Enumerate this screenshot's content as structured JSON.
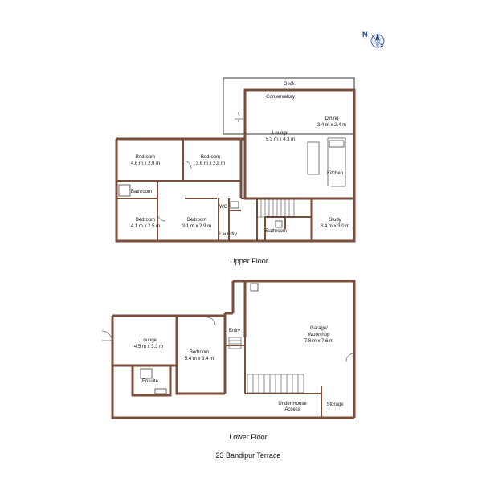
{
  "upper": {
    "caption": "Upper Floor",
    "rooms": {
      "deck": "Deck",
      "conservatory": "Conservatory",
      "dining_name": "Dining",
      "dining_size": "3.4 m x 2.4 m",
      "lounge_name": "Lounge",
      "lounge_size": "5.3 m x 4.3 m",
      "kitchen": "Kitchen",
      "bed1_name": "Bedroom",
      "bed1_size": "4.6 m x 2.8 m",
      "bed2_name": "Bedroom",
      "bed2_size": "3.6 m x 2.8 m",
      "bathroom_left": "Bathroom",
      "bed3_name": "Bedroom",
      "bed3_size": "4.1 m x 2.5 m",
      "bed4_name": "Bedroom",
      "bed4_size": "3.1 m x 2.9 m",
      "wc": "WC",
      "laundry": "Laundry",
      "bathroom_mid": "Bathroom",
      "study_name": "Study",
      "study_size": "3.4 m x 3.0 m"
    }
  },
  "lower": {
    "caption": "Lower Floor",
    "rooms": {
      "lounge_name": "Lounge",
      "lounge_size": "4.5 m x 3.3 m",
      "bedroom_name": "Bedroom",
      "bedroom_size": "5.4 m x 3.4 m",
      "ensuite": "Ensuite",
      "entry": "Entry",
      "garage_name": "Garage/",
      "garage_name2": "Workshop",
      "garage_size": "7.8 m x 7.6 m",
      "underhouse_1": "Under House",
      "underhouse_2": "Access",
      "storage": "Storage"
    }
  },
  "address": "23 Bandipur Terrace",
  "compass_label": "N",
  "colors": {
    "wall": "#7a4e3a",
    "text": "#111111",
    "compass": "#1f3f7a"
  },
  "icons": [
    "compass-icon"
  ]
}
